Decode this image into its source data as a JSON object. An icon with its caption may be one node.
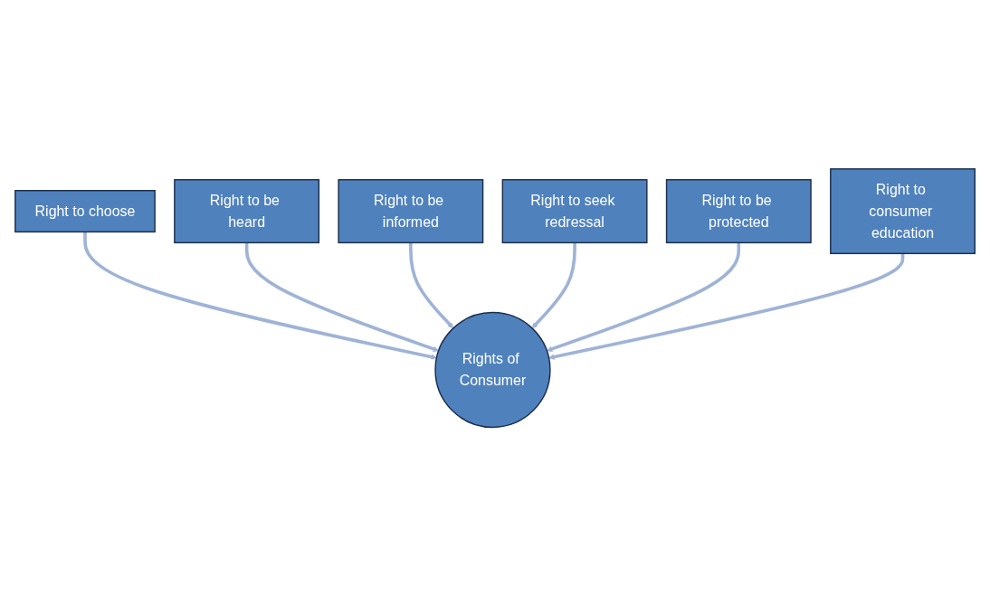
{
  "diagram": {
    "nodes": [
      {
        "text": [
          "Right to choose"
        ]
      },
      {
        "text": [
          "Right to be heard"
        ]
      },
      {
        "text": [
          "Right to be informed"
        ]
      },
      {
        "text": [
          "Right to seek redressal"
        ]
      },
      {
        "text": [
          "Right to be protected"
        ]
      },
      {
        "text": [
          "Rights of Consumer"
        ]
      },
      {
        "text": [
          "Right to consumer education"
        ]
      }
    ],
    "edges": [
      {
        "from": 0,
        "to": 5,
        "arrow": "to"
      },
      {
        "from": 1,
        "to": 5,
        "arrow": "to"
      },
      {
        "from": 2,
        "to": 5,
        "arrow": "to"
      },
      {
        "from": 3,
        "to": 5,
        "arrow": "to"
      },
      {
        "from": 4,
        "to": 5,
        "arrow": "to"
      },
      {
        "from": 6,
        "to": 5,
        "arrow": "to"
      }
    ]
  }
}
